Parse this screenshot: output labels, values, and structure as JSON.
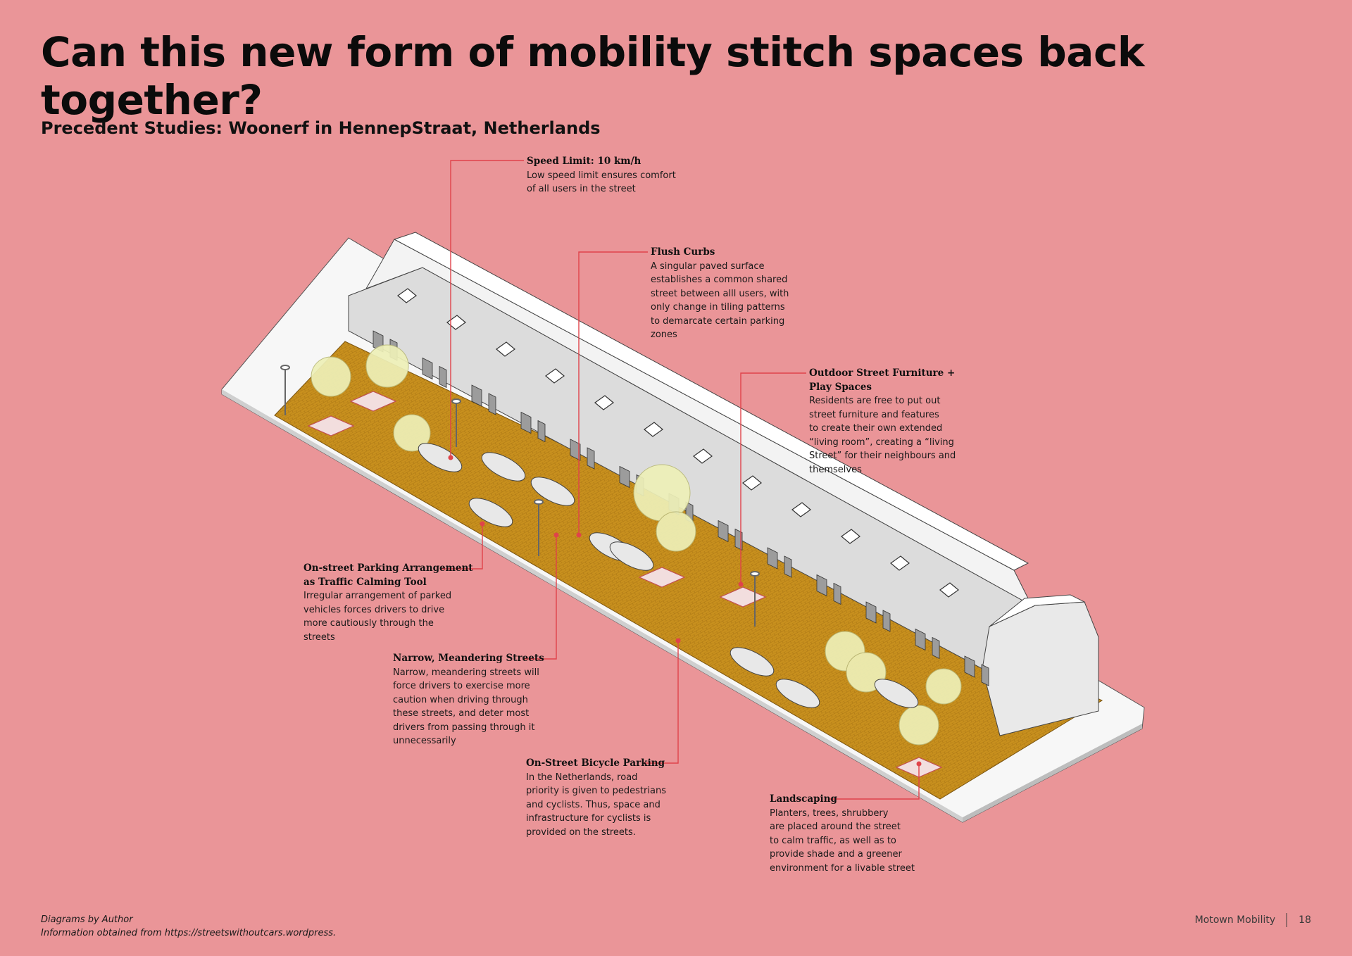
{
  "title": "Can this new form of mobility stitch spaces back together?",
  "subtitle": "Precedent Studies: Woonerf in HennepStraat, Netherlands",
  "annotations": {
    "speed_limit": {
      "heading": "Speed Limit: 10 km/h",
      "body": "Low speed limit ensures comfort\nof all users in the street"
    },
    "flush_curbs": {
      "heading": "Flush Curbs",
      "body": "A singular paved surface\nestablishes a common shared\nstreet between alll users, with\nonly change in tiling patterns\nto demarcate certain parking\nzones"
    },
    "street_furniture": {
      "heading": "Outdoor Street Furniture +\nPlay Spaces",
      "body": "Residents are free to put out\nstreet furniture and features\nto create their own extended\n“living room”, creating a “living\nStreet” for their neighbours and\nthemselves"
    },
    "parking": {
      "heading": "On-street Parking Arrangement\nas Traffic Calming Tool",
      "body": "Irregular arrangement of parked\nvehicles forces drivers to drive\nmore cautiously through the\nstreets"
    },
    "narrow_streets": {
      "heading": "Narrow, Meandering Streets",
      "body": "Narrow, meandering streets will\nforce drivers to exercise more\ncaution when driving through\nthese streets, and deter most\ndrivers from passing through it\nunnecessarily"
    },
    "bicycle": {
      "heading": "On-Street Bicycle Parking",
      "body": "In the Netherlands, road\npriority is given to pedestrians\nand cyclists. Thus, space and\ninfrastructure for cyclists is\nprovided on the streets."
    },
    "landscaping": {
      "heading": "Landscaping",
      "body": "Planters, trees, shrubbery\nare placed around the street\nto calm traffic, as well as to\nprovide shade and a greener\nenvironment for a livable street"
    }
  },
  "footer": {
    "credit": "Diagrams by Author",
    "source": "Information obtained from https://streetswithoutcars.wordpress.",
    "project": "Motown Mobility",
    "page": "18"
  },
  "colors": {
    "background": "#ea9598",
    "street": "#c8901e",
    "leader": "#e0434a",
    "building": "#f2f2f2",
    "tree": "#eef0b8"
  }
}
